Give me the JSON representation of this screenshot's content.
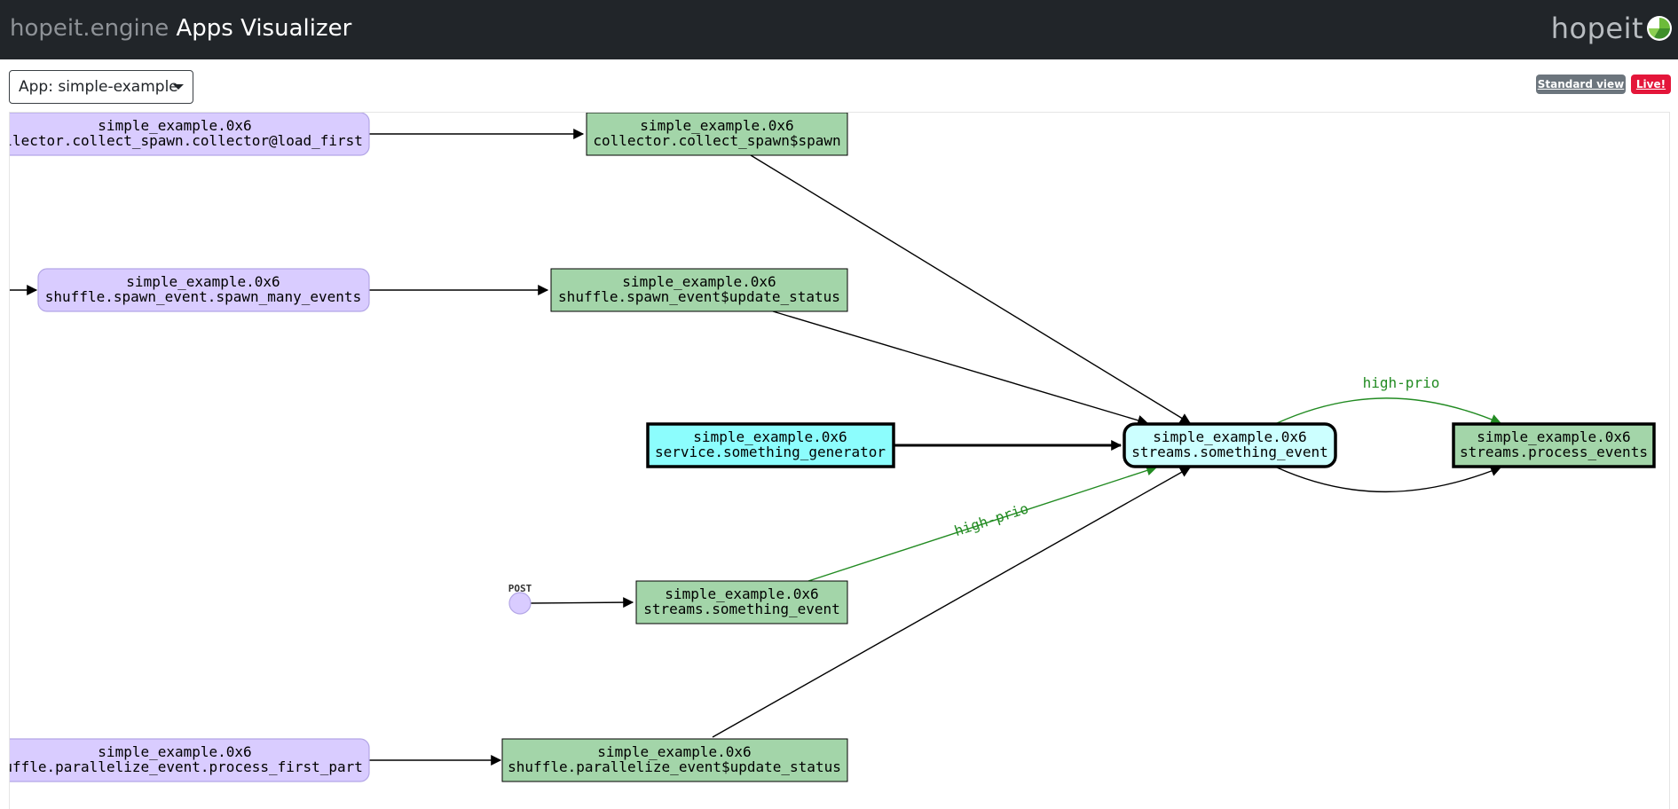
{
  "navbar": {
    "brand_prefix": "hopeit.engine",
    "brand_title": "Apps Visualizer",
    "logo_text": "hopeit",
    "logo_icon": "hopeit-leaf-icon"
  },
  "controls": {
    "app_select_label": "App: simple-example",
    "standard_view_label": "Standard view",
    "live_label": "Live!"
  },
  "colors": {
    "event_fill": "#a3d5a9",
    "stream_fill": "#ccffff",
    "service_fill": "#8cfdfd",
    "queue_fill": "#d9ccff",
    "queue_stroke": "#b3a6e6",
    "high_prio_edge": "#228b22",
    "default_edge": "#000000"
  },
  "diagram": {
    "nodes": {
      "collector_load_first": {
        "line1": "simple_example.0x6",
        "line2": "collector.collect_spawn.collector@load_first"
      },
      "collector_spawn": {
        "line1": "simple_example.0x6",
        "line2": "collector.collect_spawn$spawn"
      },
      "shuffle_spawn_many": {
        "line1": "simple_example.0x6",
        "line2": "shuffle.spawn_event.spawn_many_events"
      },
      "shuffle_update_status": {
        "line1": "simple_example.0x6",
        "line2": "shuffle.spawn_event$update_status"
      },
      "service_generator": {
        "line1": "simple_example.0x6",
        "line2": "service.something_generator"
      },
      "stream_something": {
        "line1": "simple_example.0x6",
        "line2": "streams.something_event"
      },
      "process_events": {
        "line1": "simple_example.0x6",
        "line2": "streams.process_events"
      },
      "post_label": "POST",
      "streams_something_event_api": {
        "line1": "simple_example.0x6",
        "line2": "streams.something_event"
      },
      "parallelize_first_part": {
        "line1": "simple_example.0x6",
        "line2": "shuffle.parallelize_event.process_first_part"
      },
      "parallelize_update_status": {
        "line1": "simple_example.0x6",
        "line2": "shuffle.parallelize_event$update_status"
      }
    },
    "edge_labels": {
      "high_prio_1": "high-prio",
      "high_prio_2": "high-prio"
    }
  }
}
